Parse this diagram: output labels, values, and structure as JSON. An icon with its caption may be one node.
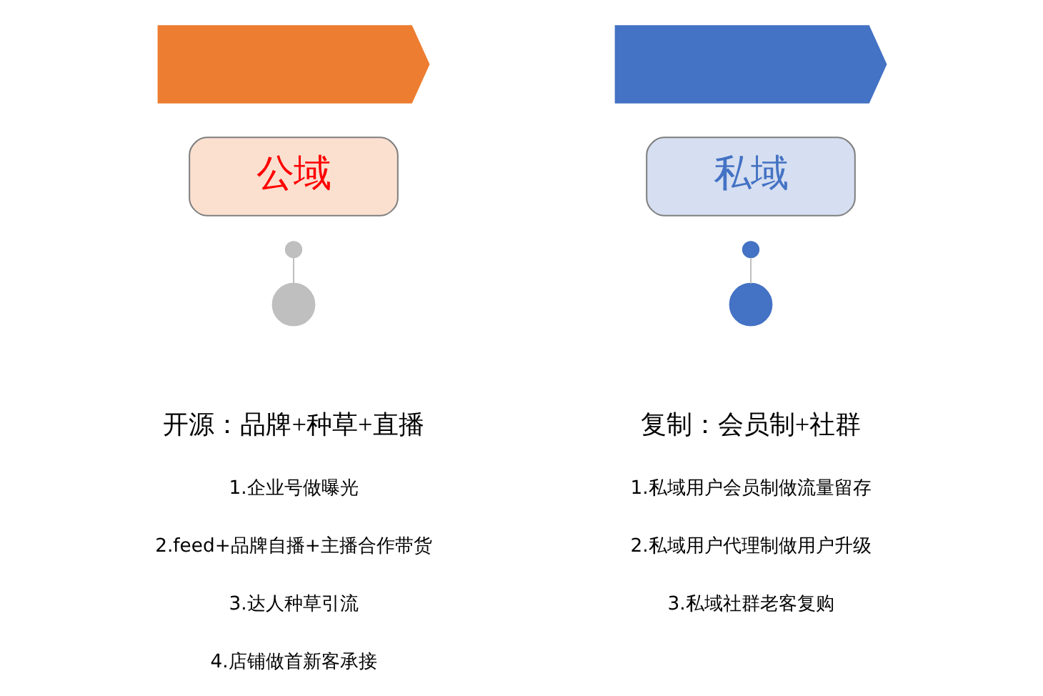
{
  "diagram": {
    "nodes": [
      {
        "text": [],
        "shape": "arrow"
      },
      {
        "text": [
          "公域"
        ]
      },
      {
        "text": [],
        "shape": "circle"
      },
      {
        "text": [],
        "shape": "circle"
      },
      {
        "text": [],
        "shape": "arrow"
      },
      {
        "text": [
          "私域"
        ]
      },
      {
        "text": [],
        "shape": "circle"
      },
      {
        "text": [],
        "shape": "circle"
      }
    ],
    "edges": [
      {
        "from": 2,
        "to": 3,
        "arrow": "none"
      },
      {
        "from": 6,
        "to": 7,
        "arrow": "none"
      }
    ],
    "labels": [
      "开源：品牌+种草+直播",
      "1.企业号做曝光",
      "2.feed+品牌自播+主播合作带货",
      "3.达人种草引流",
      "4.店铺做首新客承接",
      "复制：会员制+社群",
      "1.私域用户会员制做流量留存",
      "2.私域用户代理制做用户升级",
      "3.私域社群老客复购"
    ]
  }
}
